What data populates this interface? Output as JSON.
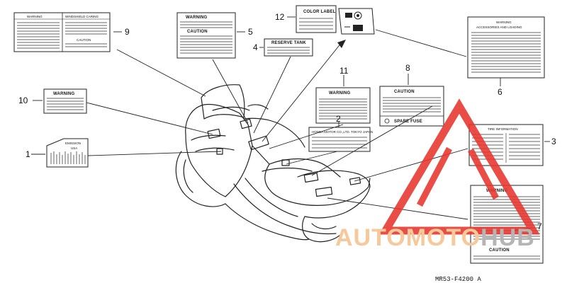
{
  "callouts": {
    "n1": "1",
    "n2": "2",
    "n3": "3",
    "n4": "4",
    "n5": "5",
    "n6": "6",
    "n7": "7",
    "n8": "8",
    "n9": "9",
    "n10": "10",
    "n11": "11",
    "n12": "12"
  },
  "labels": {
    "warning": "WARNING",
    "caution": "CAUTION",
    "reserve_tank": "RESERVE TANK",
    "color_label": "COLOR LABEL",
    "spare_fuse": "SPARE FUSE",
    "tire_info": "TIRE INFORMATION",
    "accessories": "ACCESSORIES AND LOADING",
    "windshield_warning": "WINDSHIELD CARING",
    "honda_plate": "HONDA MOTOR CO.,LTD. TOKYO JAPAN",
    "emission": "EMISSION",
    "usa": "USA"
  },
  "diagram_code": "MR53-F4200 A",
  "watermark": {
    "auto": "AUTO",
    "moto": "MOTO",
    "hub": "HUB",
    "colors": {
      "triangle": "#e8352c",
      "auto": "#f7c99a",
      "hub": "#b5b5b5"
    }
  }
}
